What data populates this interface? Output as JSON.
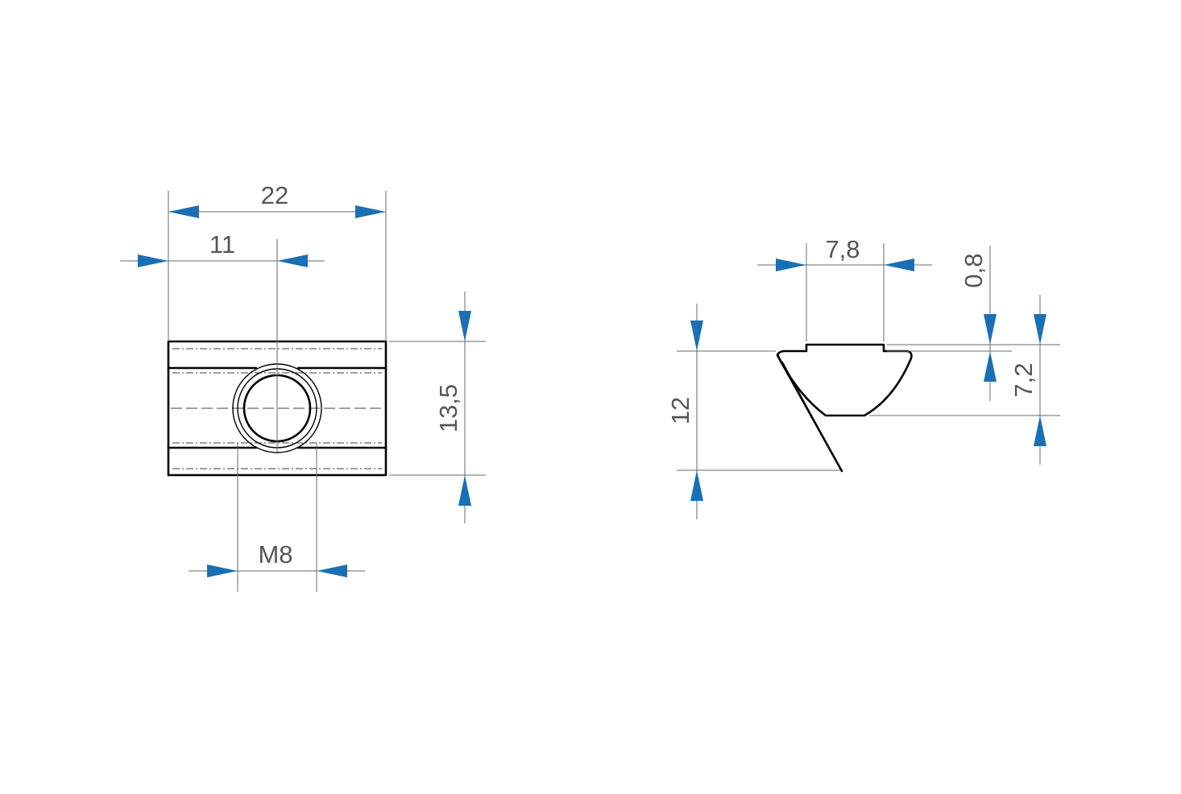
{
  "colors": {
    "outline": "#000000",
    "dimension_line": "#6a6a6a",
    "arrow": "#1a6fb5",
    "dimension_text": "#555555",
    "background": "#ffffff"
  },
  "front_view": {
    "dimensions": {
      "overall_width": "22",
      "half_width": "11",
      "height": "13,5",
      "thread": "M8"
    }
  },
  "side_view": {
    "dimensions": {
      "top_width": "7,8",
      "top_step": "0,8",
      "body_height": "7,2",
      "overall_height": "12"
    }
  }
}
